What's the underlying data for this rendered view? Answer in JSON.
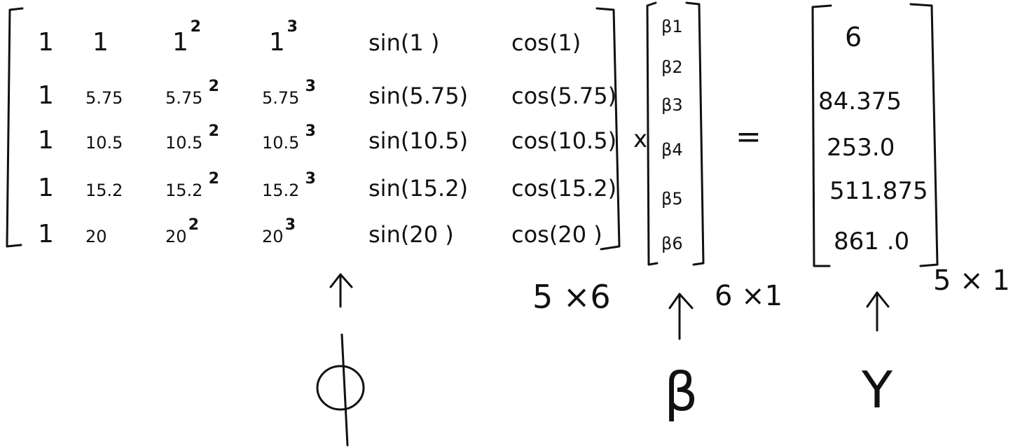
{
  "colors": {
    "ink": "#111111",
    "square_exponent": "#1db32a",
    "cube_exponent": "#e0332b"
  },
  "phi_matrix": {
    "rows": [
      [
        "1",
        "1",
        "1",
        "1",
        "sin(1 )",
        "cos(1)"
      ],
      [
        "1",
        "5.75",
        "5.75",
        "5.75",
        "sin(5.75)",
        "cos(5.75)"
      ],
      [
        "1",
        "10.5",
        "10.5",
        "10.5",
        "sin(10.5)",
        "cos(10.5)"
      ],
      [
        "1",
        "15.2",
        "15.2",
        "15.2",
        "sin(15.2)",
        "cos(15.2)"
      ],
      [
        "1",
        "20",
        "20",
        "20",
        "sin(20 )",
        "cos(20 )"
      ]
    ],
    "square_exponent": "2",
    "cube_exponent": "3",
    "dimension": "5 ×6",
    "symbol": "Φ"
  },
  "times_sign": "x",
  "equals_sign": "=",
  "beta_vector": {
    "entries": [
      "β1",
      "β2",
      "β3",
      "β4",
      "β5",
      "β6"
    ],
    "dimension": "6 ×1",
    "symbol": "β"
  },
  "y_vector": {
    "entries": [
      "6",
      "84.375",
      "253.0",
      "511.875",
      "861 .0"
    ],
    "dimension": "5 × 1",
    "symbol": "Y"
  }
}
